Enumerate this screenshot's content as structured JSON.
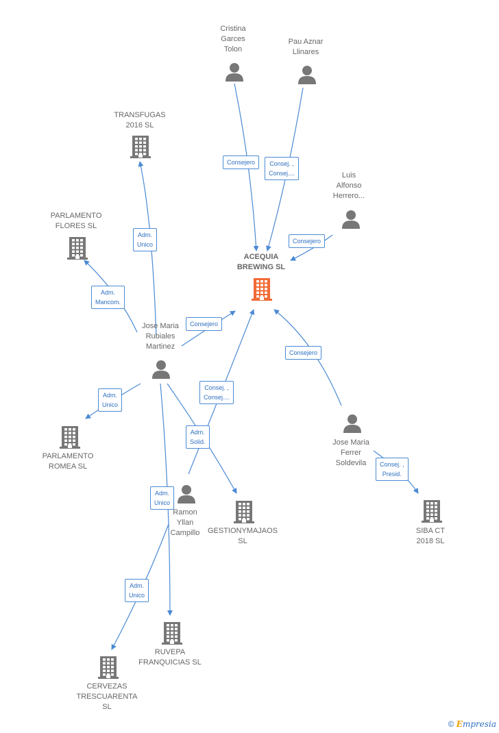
{
  "colors": {
    "edge": "#4a8ad4",
    "person_icon": "#777777",
    "company_icon": "#777777",
    "focus_company_icon": "#f26a35",
    "label_text": "#666666",
    "edge_label_text": "#2f6fc0"
  },
  "nodes": {
    "cristina": {
      "label": "Cristina\nGarces\nTolon",
      "kind": "person"
    },
    "pau": {
      "label": "Pau Aznar\nLlinares",
      "kind": "person"
    },
    "luis": {
      "label": "Luis\nAlfonso\nHerrero...",
      "kind": "person"
    },
    "transfugas": {
      "label": "TRANSFUGAS\n2016  SL",
      "kind": "company"
    },
    "parlamento_flores": {
      "label": "PARLAMENTO\nFLORES  SL",
      "kind": "company"
    },
    "acequia": {
      "label": "ACEQUIA\nBREWING  SL",
      "kind": "company-focus"
    },
    "jose_rubiales": {
      "label": "Jose Maria\nRubiales\nMartinez",
      "kind": "person"
    },
    "parlamento_romea": {
      "label": "PARLAMENTO\nROMEA  SL",
      "kind": "company"
    },
    "ramon": {
      "label": "Ramon\nYllan\nCampillo",
      "kind": "person"
    },
    "gestionymajaos": {
      "label": "GESTIONYMAJAOS\nSL",
      "kind": "company"
    },
    "jose_ferrer": {
      "label": "Jose Maria\nFerrer\nSoldevila",
      "kind": "person"
    },
    "siba": {
      "label": "SIBA CT\n2018  SL",
      "kind": "company"
    },
    "ruvepa": {
      "label": "RUVEPA\nFRANQUICIAS SL",
      "kind": "company"
    },
    "cervezas": {
      "label": "CERVEZAS\nTRESCUARENTA\nSL",
      "kind": "company"
    }
  },
  "edges": {
    "cristina_acequia": {
      "label": "Consejero"
    },
    "pau_acequia": {
      "label": "Consej. ,\nConsej...."
    },
    "luis_acequia": {
      "label": "Consejero"
    },
    "rubiales_transfugas": {
      "label": "Adm.\nUnico"
    },
    "rubiales_flores": {
      "label": "Adm.\nMancom."
    },
    "rubiales_acequia": {
      "label": "Consejero"
    },
    "ramon_acequia": {
      "label": "Consej. ,\nConsej...."
    },
    "ferrer_acequia": {
      "label": "Consejero"
    },
    "rubiales_romea": {
      "label": "Adm.\nUnico"
    },
    "rubiales_gestion": {
      "label": "Adm.\nSolid."
    },
    "ferrer_siba": {
      "label": "Consej. ,\nPresid."
    },
    "rubiales_ruvepa": {
      "label": "Adm.\nUnico"
    },
    "ramon_cervezas": {
      "label": "Adm.\nUnico"
    }
  },
  "footer": {
    "copyright_symbol": "©",
    "brand_initial": "E",
    "brand_rest": "mpresia"
  }
}
